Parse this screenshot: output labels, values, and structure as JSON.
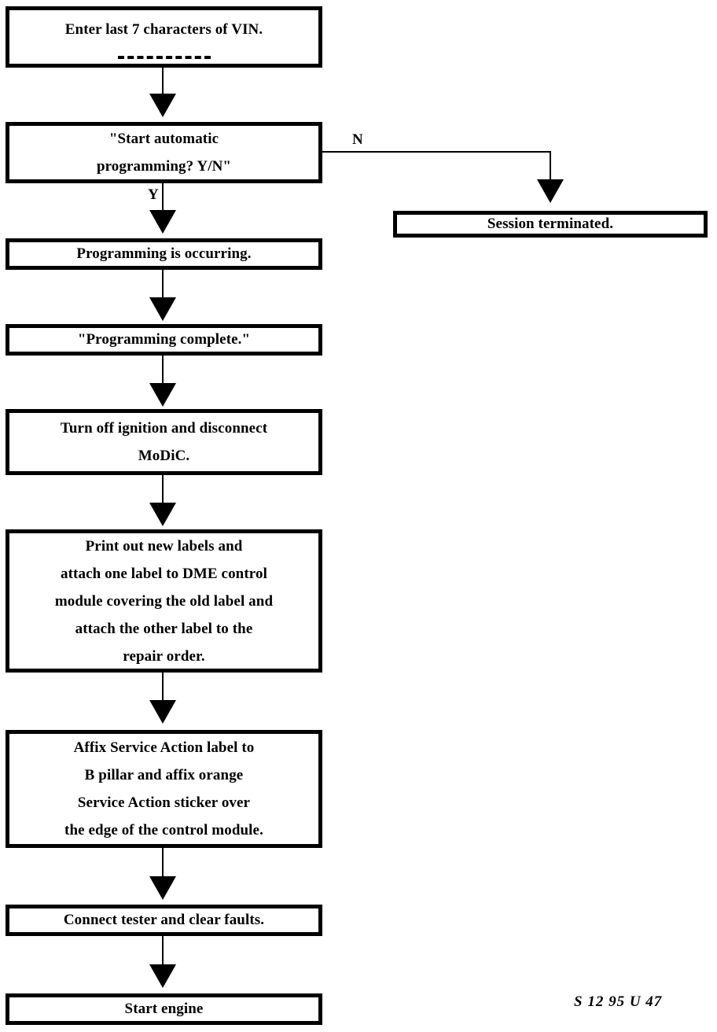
{
  "diagram": {
    "title": "MoDiC programming procedure flowchart",
    "ink_color": "#000000",
    "background_color": "#ffffff",
    "nodes": [
      {
        "id": "enter-vin",
        "lines": [
          "Enter last 7 characters of VIN."
        ],
        "has_input_rule": true
      },
      {
        "id": "start-auto-programming",
        "lines": [
          "\"Start automatic",
          "programming? Y/N\""
        ],
        "has_input_rule": false
      },
      {
        "id": "programming-occurring",
        "lines": [
          "Programming is occurring."
        ],
        "has_input_rule": false
      },
      {
        "id": "programming-complete",
        "lines": [
          "\"Programming complete.\""
        ],
        "has_input_rule": false
      },
      {
        "id": "turn-off-ignition",
        "lines": [
          "Turn off ignition and disconnect",
          "MoDiC."
        ],
        "has_input_rule": false
      },
      {
        "id": "print-labels",
        "lines": [
          "Print out new labels and",
          "attach one label to DME control",
          "module covering the old label and",
          "attach the other label to the",
          "repair order."
        ],
        "has_input_rule": false
      },
      {
        "id": "affix-service-action",
        "lines": [
          "Affix Service Action label to",
          "B pillar and affix orange",
          "Service Action sticker over",
          "the edge of the control module."
        ],
        "has_input_rule": false
      },
      {
        "id": "connect-tester",
        "lines": [
          "Connect tester and clear faults."
        ],
        "has_input_rule": false
      },
      {
        "id": "start-engine",
        "lines": [
          "Start engine"
        ],
        "has_input_rule": false
      },
      {
        "id": "session-terminated",
        "lines": [
          "Session terminated."
        ],
        "has_input_rule": false
      }
    ],
    "edge_labels": {
      "yes": "Y",
      "no": "N"
    }
  },
  "footer": {
    "code": "S 12 95 U 47"
  }
}
